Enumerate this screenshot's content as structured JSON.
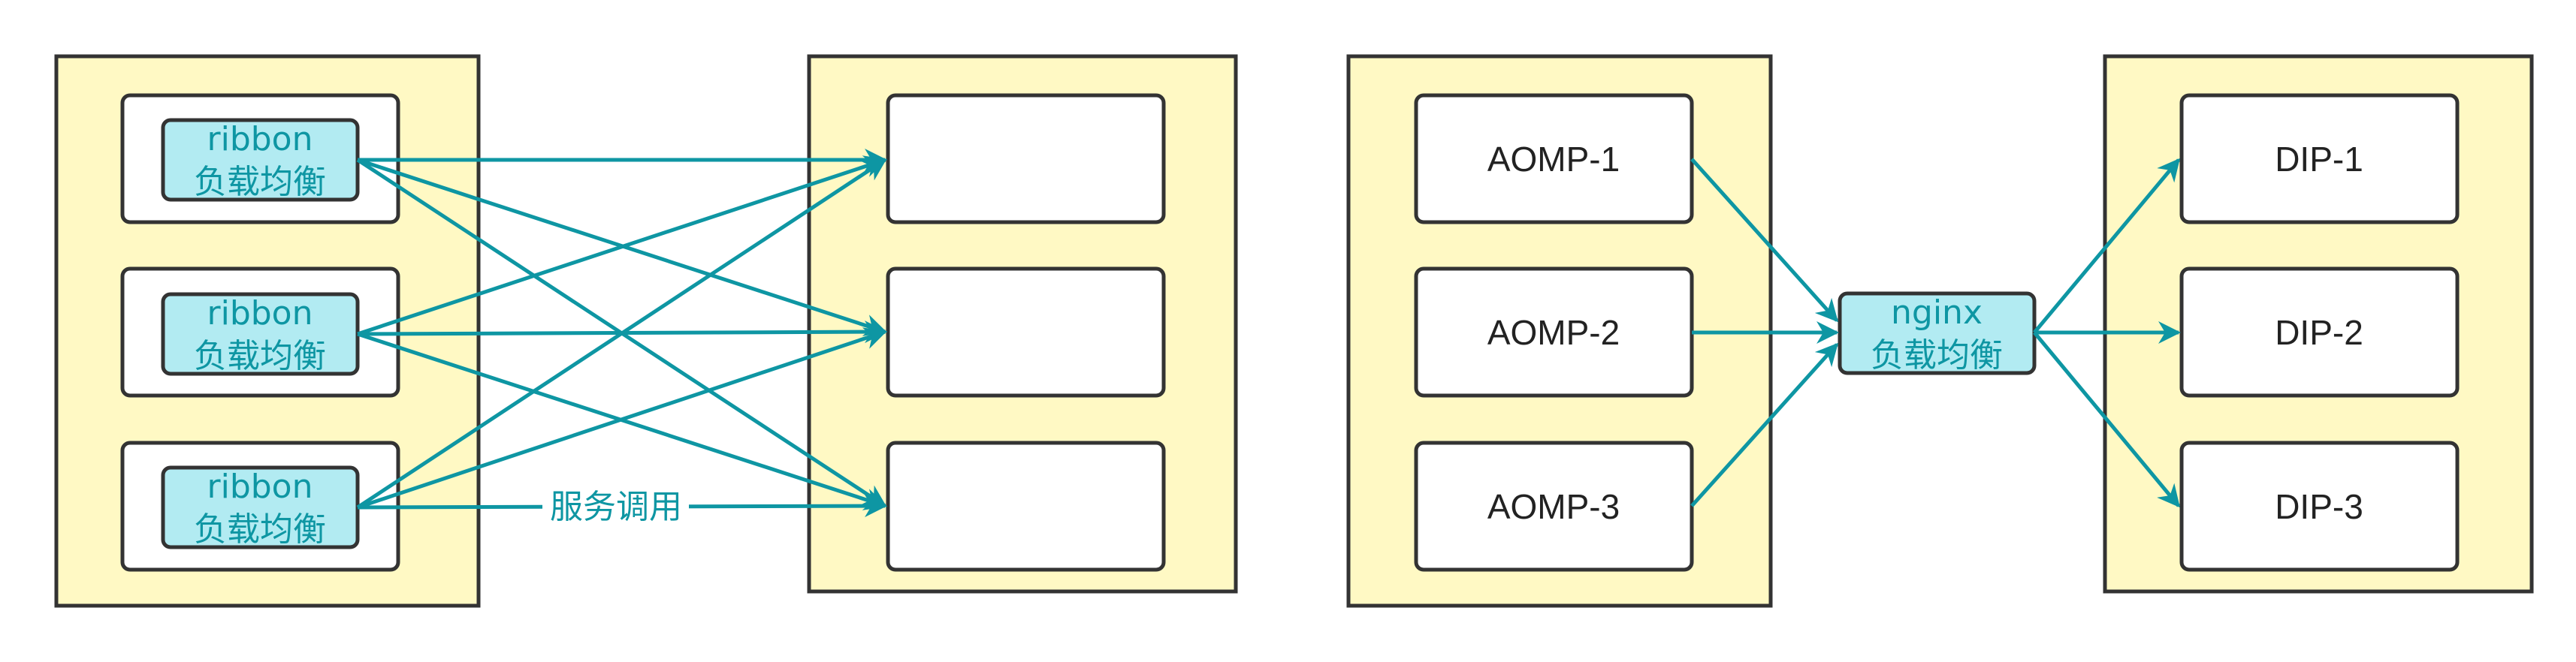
{
  "left_diagram": {
    "lb_name": "ribbon",
    "lb_sub": "负载均衡",
    "edge_label": "服务调用"
  },
  "right_diagram": {
    "sources": [
      "AOMP-1",
      "AOMP-2",
      "AOMP-3"
    ],
    "lb_name": "nginx",
    "lb_sub": "负载均衡",
    "targets": [
      "DIP-1",
      "DIP-2",
      "DIP-3"
    ]
  },
  "colors": {
    "container_fill": "#fff9c4",
    "lb_fill": "#b2ebf2",
    "edge": "#0e96a3"
  }
}
